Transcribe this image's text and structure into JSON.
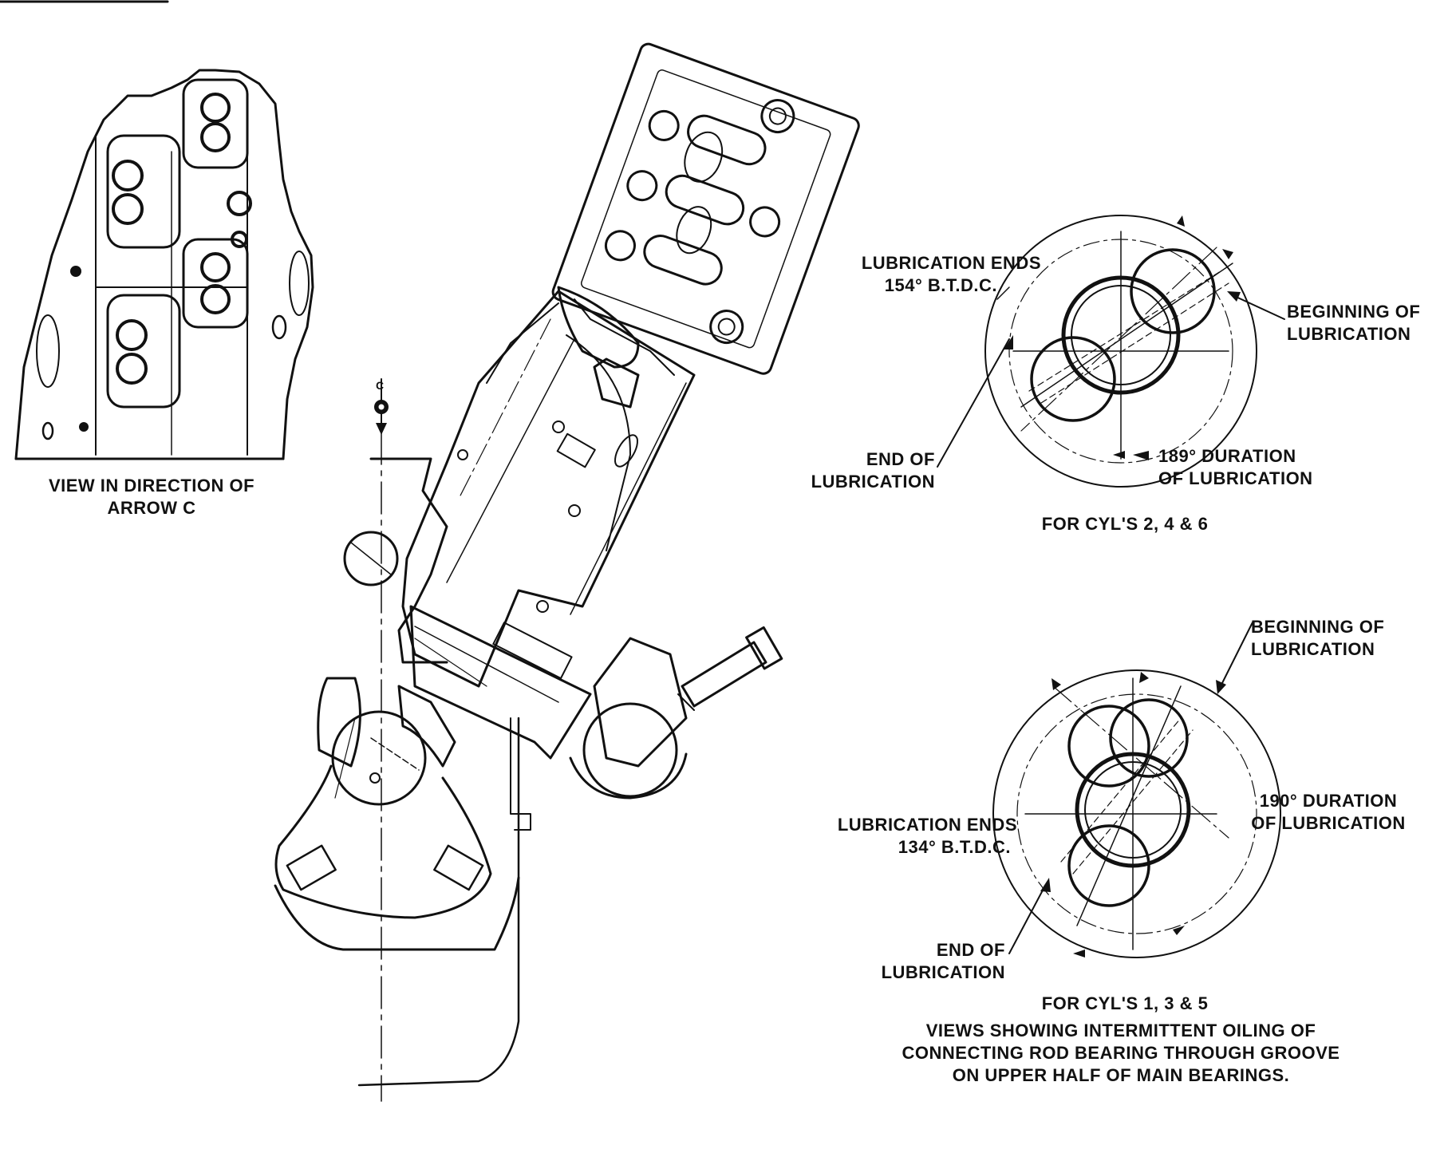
{
  "arrow_letter": "C",
  "view_caption": [
    "VIEW IN DIRECTION OF",
    "ARROW C"
  ],
  "upper_detail": {
    "lubrication_ends": [
      "LUBRICATION ENDS",
      "154° B.T.D.C."
    ],
    "beginning": [
      "BEGINNING OF",
      "LUBRICATION"
    ],
    "end": [
      "END OF",
      "LUBRICATION"
    ],
    "duration": [
      "189° DURATION",
      "OF LUBRICATION"
    ],
    "caption": "FOR CYL'S 2, 4 & 6"
  },
  "lower_detail": {
    "beginning": [
      "BEGINNING OF",
      "LUBRICATION"
    ],
    "duration": [
      "190° DURATION",
      "OF LUBRICATION"
    ],
    "lubrication_ends": [
      "LUBRICATION ENDS",
      "134° B.T.D.C."
    ],
    "end": [
      "END OF",
      "LUBRICATION"
    ],
    "caption": "FOR CYL'S 1, 3 & 5"
  },
  "footer_caption": [
    "VIEWS SHOWING INTERMITTENT OILING OF",
    "CONNECTING ROD BEARING THROUGH GROOVE",
    "ON UPPER HALF OF MAIN BEARINGS."
  ]
}
